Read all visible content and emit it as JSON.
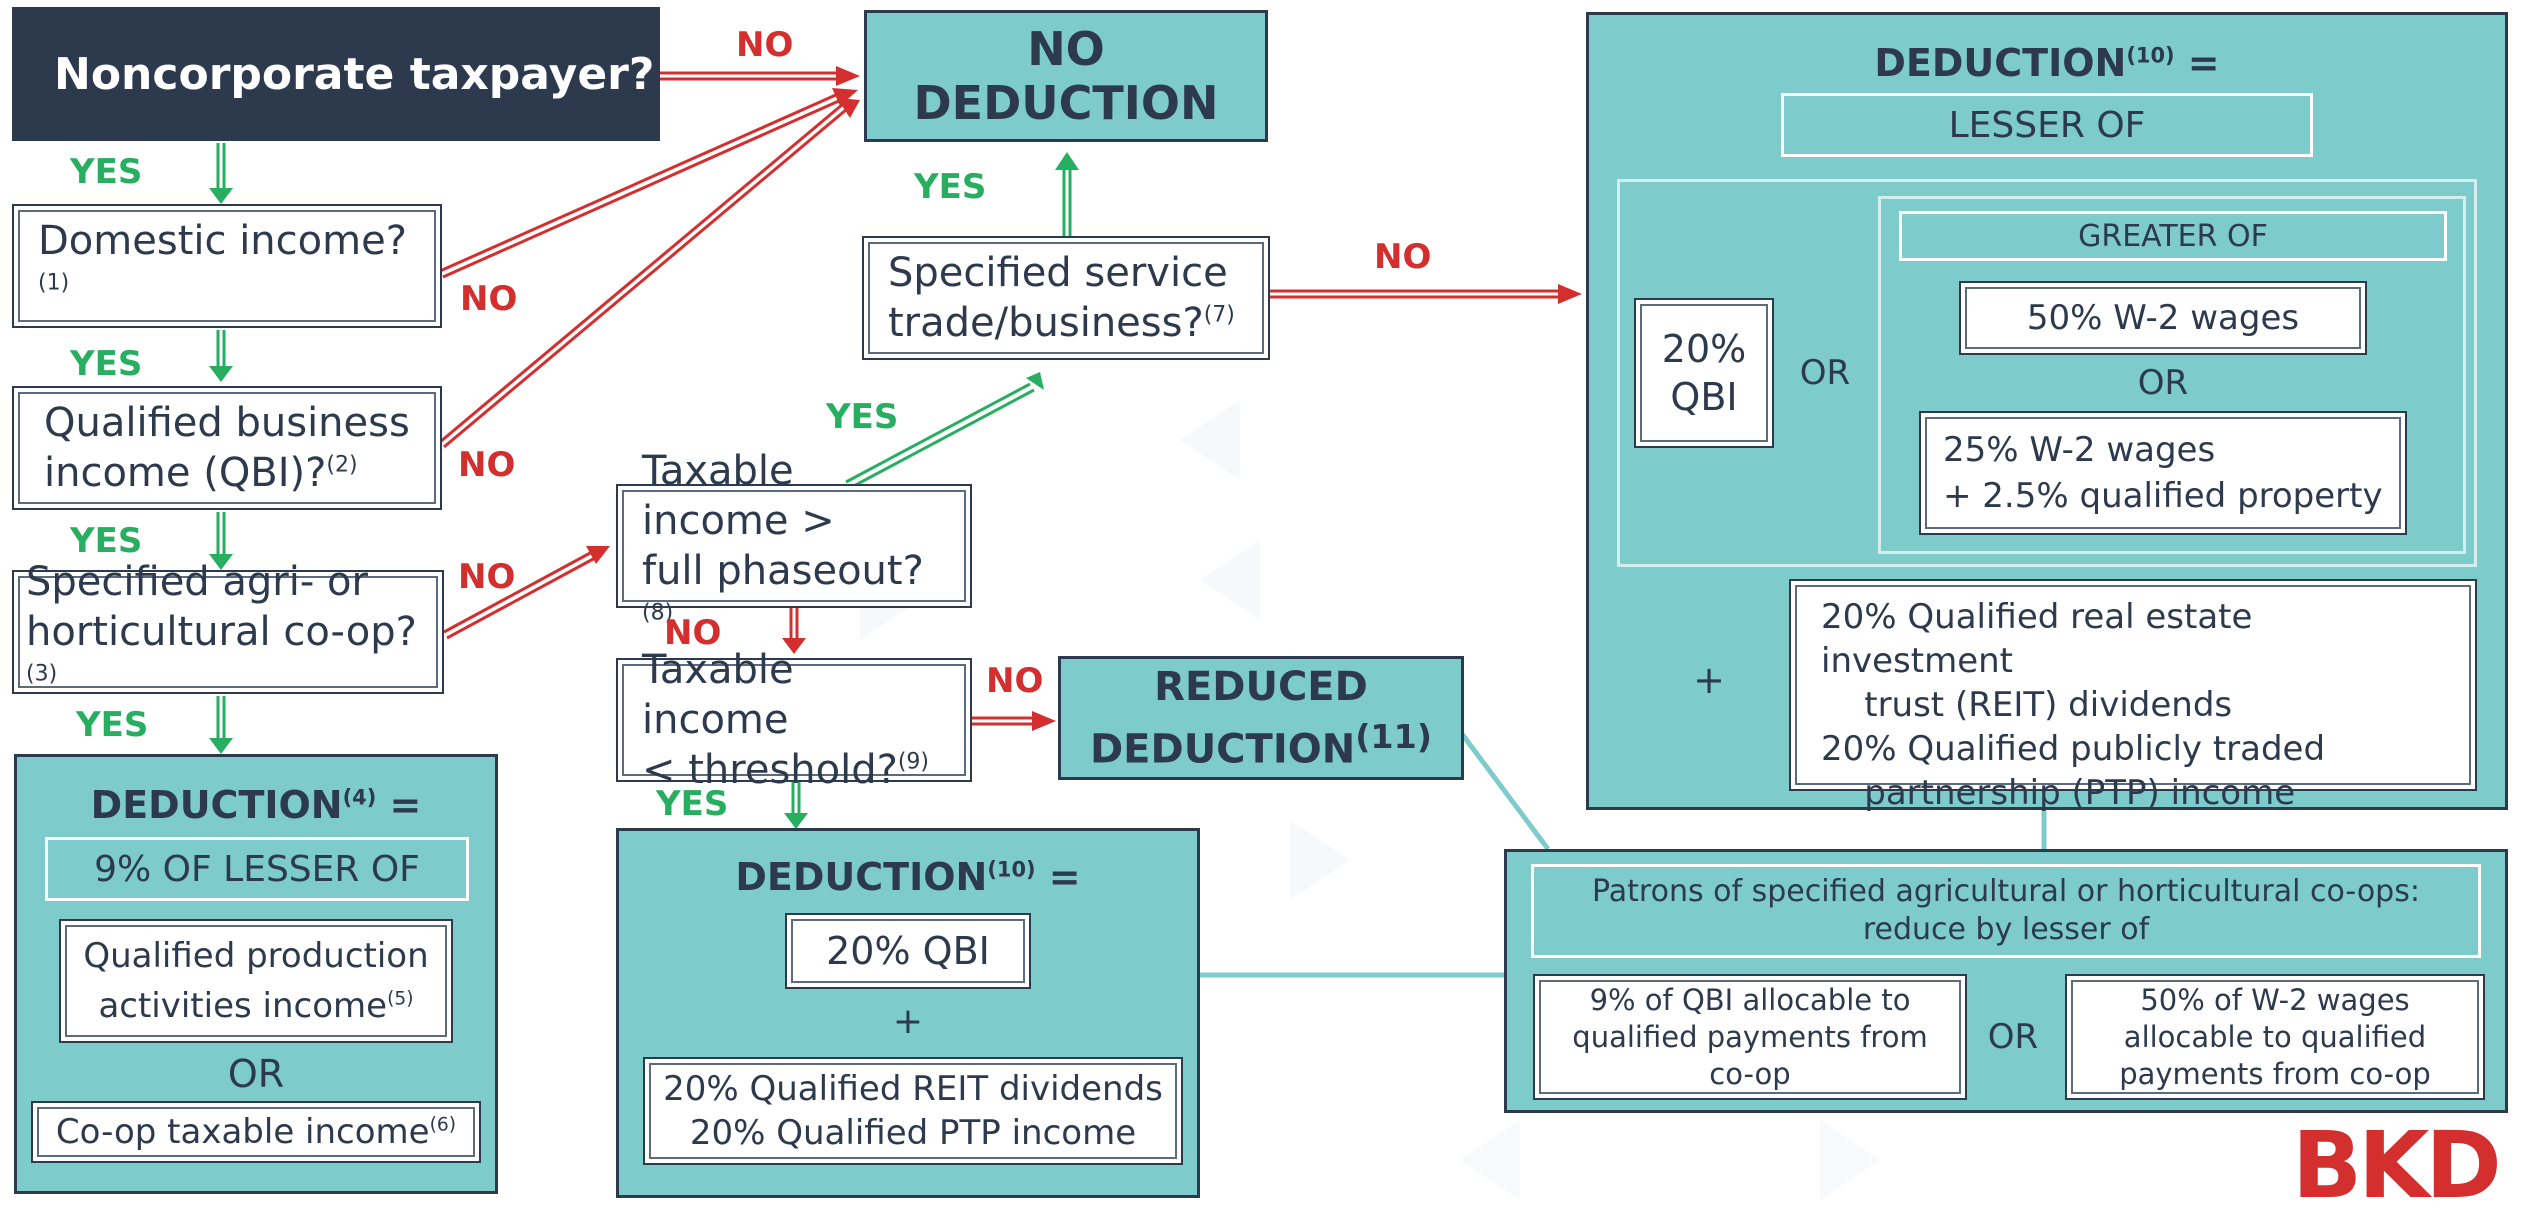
{
  "start": {
    "label": "Noncorporate taxpayer?"
  },
  "no_deduction": {
    "label": "NO DEDUCTION"
  },
  "questions": {
    "domestic": {
      "text": "Domestic income?",
      "note": "(1)"
    },
    "qbi_line1": "Qualified business",
    "qbi_line2": "income (QBI)?",
    "qbi_note": "(2)",
    "coop_line1": "Specified agri- or",
    "coop_line2": "horticultural co-op?",
    "coop_note": "(3)",
    "sst_line1": "Specified service",
    "sst_line2": "trade/business?",
    "sst_note": "(7)",
    "phaseout_line1": "Taxable income >",
    "phaseout_line2": "full phaseout?",
    "phaseout_note": "(8)",
    "threshold_line1": "Taxable income",
    "threshold_line2": "< threshold?",
    "threshold_note": "(9)"
  },
  "labels": {
    "yes": "YES",
    "no": "NO",
    "or": "OR",
    "plus": "+"
  },
  "coop_deduction": {
    "title": "DEDUCTION",
    "title_note": "(4)",
    "title_suffix": "=",
    "lesser_of": "9%  OF LESSER OF",
    "qpai_line1": "Qualified production",
    "qpai_line2": "activities income",
    "qpai_note": "(5)",
    "coop_income": "Co-op taxable income",
    "coop_income_note": "(6)"
  },
  "simple_deduction": {
    "title": "DEDUCTION",
    "title_note": "(10)",
    "title_suffix": "=",
    "qbi": "20% QBI",
    "reit": "20% Qualified REIT dividends",
    "ptp": "20% Qualified PTP income"
  },
  "reduced_deduction": {
    "line1": "REDUCED",
    "line2": "DEDUCTION",
    "note": "(11)"
  },
  "full_deduction": {
    "title": "DEDUCTION",
    "title_note": "(10)",
    "title_suffix": "=",
    "lesser_of": "LESSER OF",
    "qbi_line1": "20%",
    "qbi_line2": "QBI",
    "greater_of": "GREATER OF",
    "wages50": "50% W-2 wages",
    "wages25_line1": "25% W-2 wages",
    "wages25_line2": "+ 2.5% qualified property",
    "reit_line1": "20% Qualified real estate investment",
    "reit_line2": "trust (REIT) dividends",
    "ptp_line1": "20% Qualified publicly traded",
    "ptp_line2": "partnership (PTP) income"
  },
  "patrons": {
    "line1": "Patrons of specified agricultural or horticultural co-ops:",
    "line2": "reduce by lesser of",
    "opt1_line1": "9% of QBI allocable to",
    "opt1_line2": "qualified payments from",
    "opt1_line3": "co-op",
    "opt2_line1": "50% of W-2 wages",
    "opt2_line2": "allocable to qualified",
    "opt2_line3": "payments from co-op"
  },
  "logo": {
    "text": "BKD"
  },
  "colors": {
    "teal": "#7dcbcb",
    "navy": "#2d3a4e",
    "yes_green": "#27ae60",
    "no_red": "#d32f2f"
  }
}
